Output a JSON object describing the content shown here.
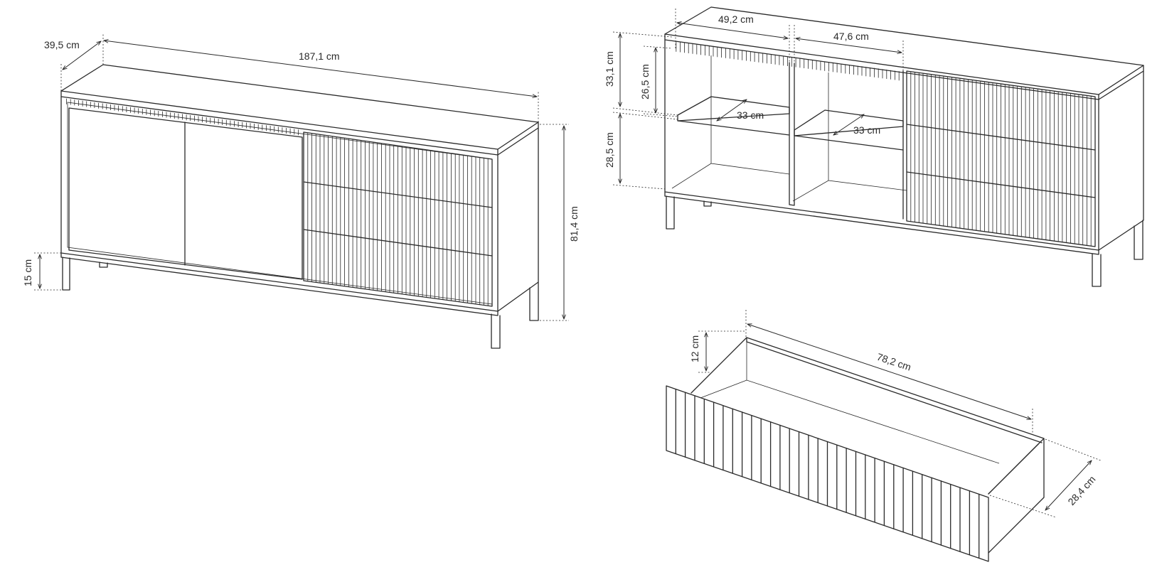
{
  "dimensions": {
    "depth_total": "39,5 cm",
    "width_total": "187,1 cm",
    "height_total": "81,4 cm",
    "leg_height": "15 cm",
    "left_compartment_width": "49,2 cm",
    "right_compartment_width": "47,6 cm",
    "upper_opening_height": "33,1 cm",
    "upper_shelf_gap": "26,5 cm",
    "lower_opening_height": "28,5 cm",
    "shelf_depth_left": "33 cm",
    "shelf_depth_right": "33 cm",
    "drawer_height": "12 cm",
    "drawer_length": "78,2 cm",
    "drawer_depth": "28,4 cm"
  },
  "colors": {
    "line": "#2a2a2a",
    "background": "#ffffff"
  }
}
